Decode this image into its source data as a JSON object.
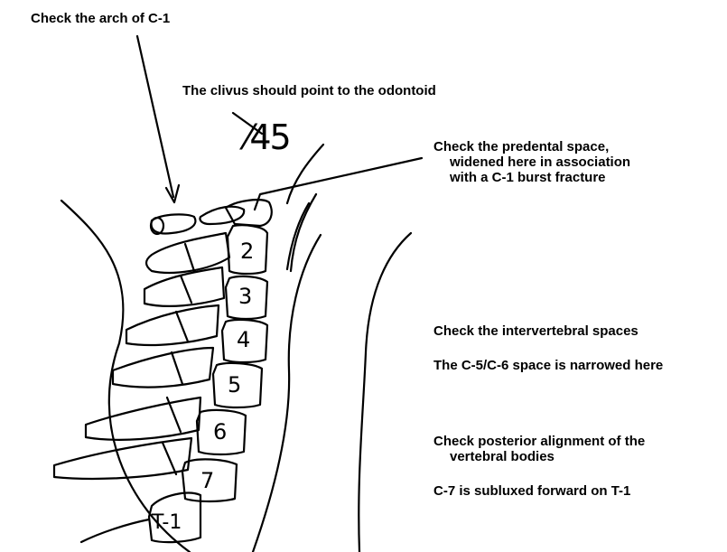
{
  "labels": {
    "c1_arch": "Check the arch of C-1",
    "clivus": "The clivus should point to the odontoid",
    "predental_line1": "Check the predental space,",
    "predental_line2": "widened here in association",
    "predental_line3": "with a C-1 burst fracture",
    "intervertebral": "Check the intervertebral spaces",
    "narrowed": "The C-5/C-6 space is narrowed here",
    "posterior_line1": "Check posterior alignment of the",
    "posterior_line2": "vertebral bodies",
    "subluxed": "C-7 is subluxed forward on T-1"
  },
  "vertebra_numbers": [
    "2",
    "3",
    "4",
    "5",
    "6",
    "7",
    "T-1"
  ],
  "scribble": "⁄45",
  "colors": {
    "ink": "#000000",
    "background": "#ffffff"
  }
}
